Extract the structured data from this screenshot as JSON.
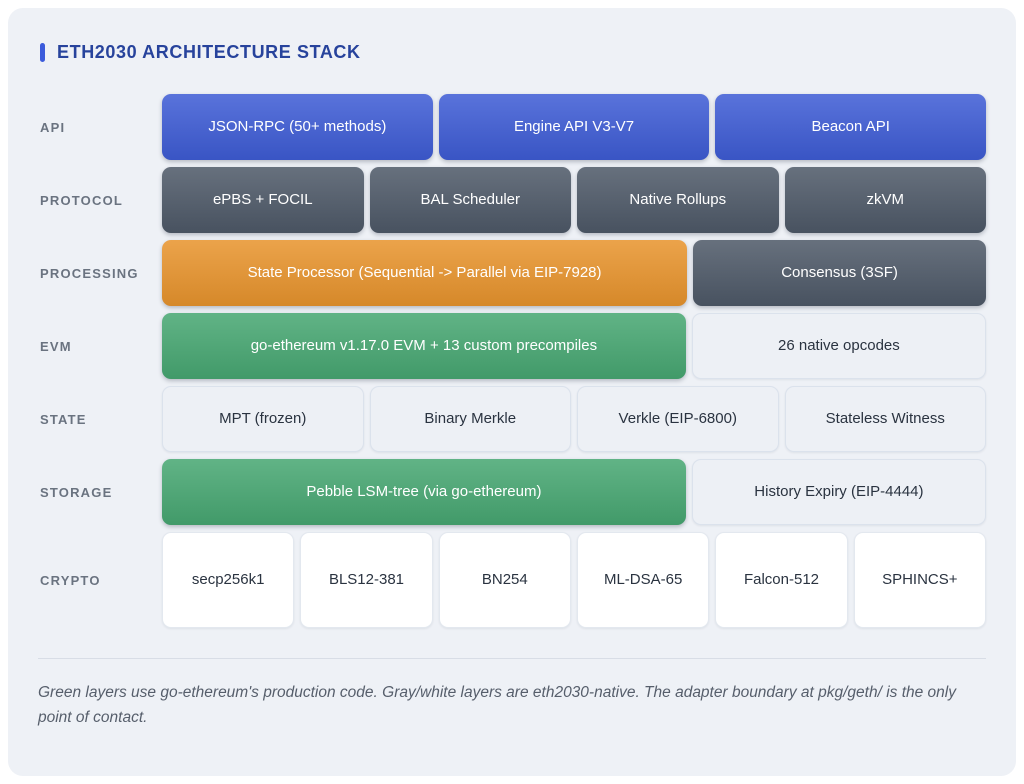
{
  "title": "ETH2030 ARCHITECTURE STACK",
  "palette": {
    "card-bg": "#eef1f6",
    "accent-bar": "#3b5bdb",
    "title": "#27439c",
    "label": "#6a7380",
    "blue": "#3e5cd5",
    "slate": "#4e5968",
    "orange": "#e8942d",
    "green": "#47a772",
    "light-bg": "#edf0f5",
    "light-border": "#dbe2ec",
    "white-bg": "#ffffff",
    "white-border": "#e3e8ef",
    "dark-text": "#2a3340",
    "footer": "#565e6b"
  },
  "rows": [
    {
      "label": "API",
      "blocks": [
        {
          "text": "JSON-RPC (50+ methods)",
          "kind": "blue"
        },
        {
          "text": "Engine API V3-V7",
          "kind": "blue"
        },
        {
          "text": "Beacon API",
          "kind": "blue"
        }
      ]
    },
    {
      "label": "PROTOCOL",
      "blocks": [
        {
          "text": "ePBS + FOCIL",
          "kind": "slate"
        },
        {
          "text": "BAL Scheduler",
          "kind": "slate"
        },
        {
          "text": "Native Rollups",
          "kind": "slate"
        },
        {
          "text": "zkVM",
          "kind": "slate"
        }
      ]
    },
    {
      "label": "PROCESSING",
      "blocks": [
        {
          "text": "State Processor (Sequential -> Parallel via EIP-7928)",
          "kind": "orange"
        },
        {
          "text": "Consensus (3SF)",
          "kind": "slate"
        }
      ]
    },
    {
      "label": "EVM",
      "blocks": [
        {
          "text": "go-ethereum v1.17.0 EVM + 13 custom precompiles",
          "kind": "green"
        },
        {
          "text": "26 native opcodes",
          "kind": "light"
        }
      ]
    },
    {
      "label": "STATE",
      "blocks": [
        {
          "text": "MPT (frozen)",
          "kind": "light"
        },
        {
          "text": "Binary Merkle",
          "kind": "light"
        },
        {
          "text": "Verkle (EIP-6800)",
          "kind": "light"
        },
        {
          "text": "Stateless Witness",
          "kind": "light"
        }
      ]
    },
    {
      "label": "STORAGE",
      "blocks": [
        {
          "text": "Pebble LSM-tree (via go-ethereum)",
          "kind": "green"
        },
        {
          "text": "History Expiry (EIP-4444)",
          "kind": "light"
        }
      ]
    },
    {
      "label": "CRYPTO",
      "blocks": [
        {
          "text": "secp256k1",
          "kind": "white"
        },
        {
          "text": "BLS12-381",
          "kind": "white"
        },
        {
          "text": "BN254",
          "kind": "white"
        },
        {
          "text": "ML-DSA-65",
          "kind": "white"
        },
        {
          "text": "Falcon-512",
          "kind": "white"
        },
        {
          "text": "SPHINCS+",
          "kind": "white"
        }
      ]
    }
  ],
  "footer": "Green layers use go-ethereum's production code. Gray/white layers are eth2030-native. The adapter boundary at pkg/geth/ is the only point of contact."
}
